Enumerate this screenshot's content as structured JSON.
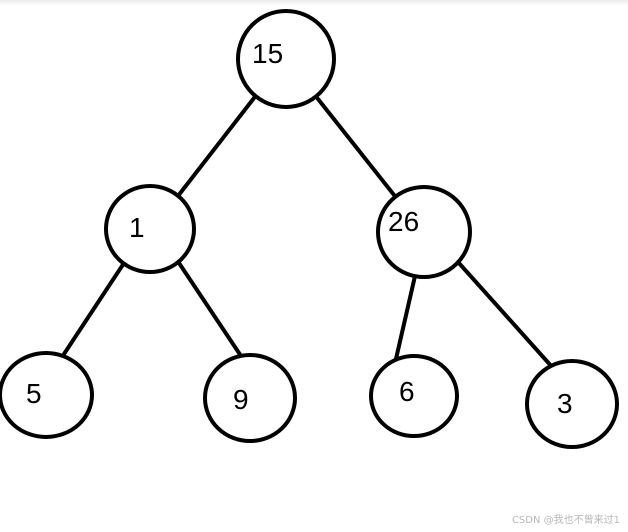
{
  "nodes": [
    {
      "id": "n15",
      "label": "15"
    },
    {
      "id": "n1",
      "label": "1"
    },
    {
      "id": "n26",
      "label": "26"
    },
    {
      "id": "n5",
      "label": "5"
    },
    {
      "id": "n9",
      "label": "9"
    },
    {
      "id": "n6",
      "label": "6"
    },
    {
      "id": "n3",
      "label": "3"
    }
  ],
  "edges": [
    {
      "from": "n15",
      "to": "n1"
    },
    {
      "from": "n15",
      "to": "n26"
    },
    {
      "from": "n1",
      "to": "n5"
    },
    {
      "from": "n1",
      "to": "n9"
    },
    {
      "from": "n26",
      "to": "n6"
    },
    {
      "from": "n26",
      "to": "n3"
    }
  ],
  "watermark": "CSDN @我也不曾来过1",
  "colors": {
    "stroke": "#000000",
    "background": "#ffffff"
  }
}
